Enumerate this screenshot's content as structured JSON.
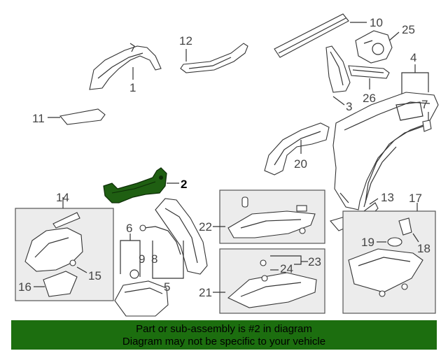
{
  "diagram": {
    "callouts": [
      "1",
      "2",
      "3",
      "4",
      "5",
      "6",
      "7",
      "8",
      "9",
      "10",
      "11",
      "12",
      "13",
      "14",
      "15",
      "16",
      "17",
      "18",
      "19",
      "20",
      "21",
      "22",
      "23",
      "24",
      "25",
      "26"
    ],
    "highlighted_part": "2",
    "highlight_color": "#1f5f12"
  },
  "banner": {
    "line1": "Part or sub-assembly is #2 in diagram",
    "line2": "Diagram may not be specific to your vehicle",
    "background": "#1c6e0f"
  }
}
